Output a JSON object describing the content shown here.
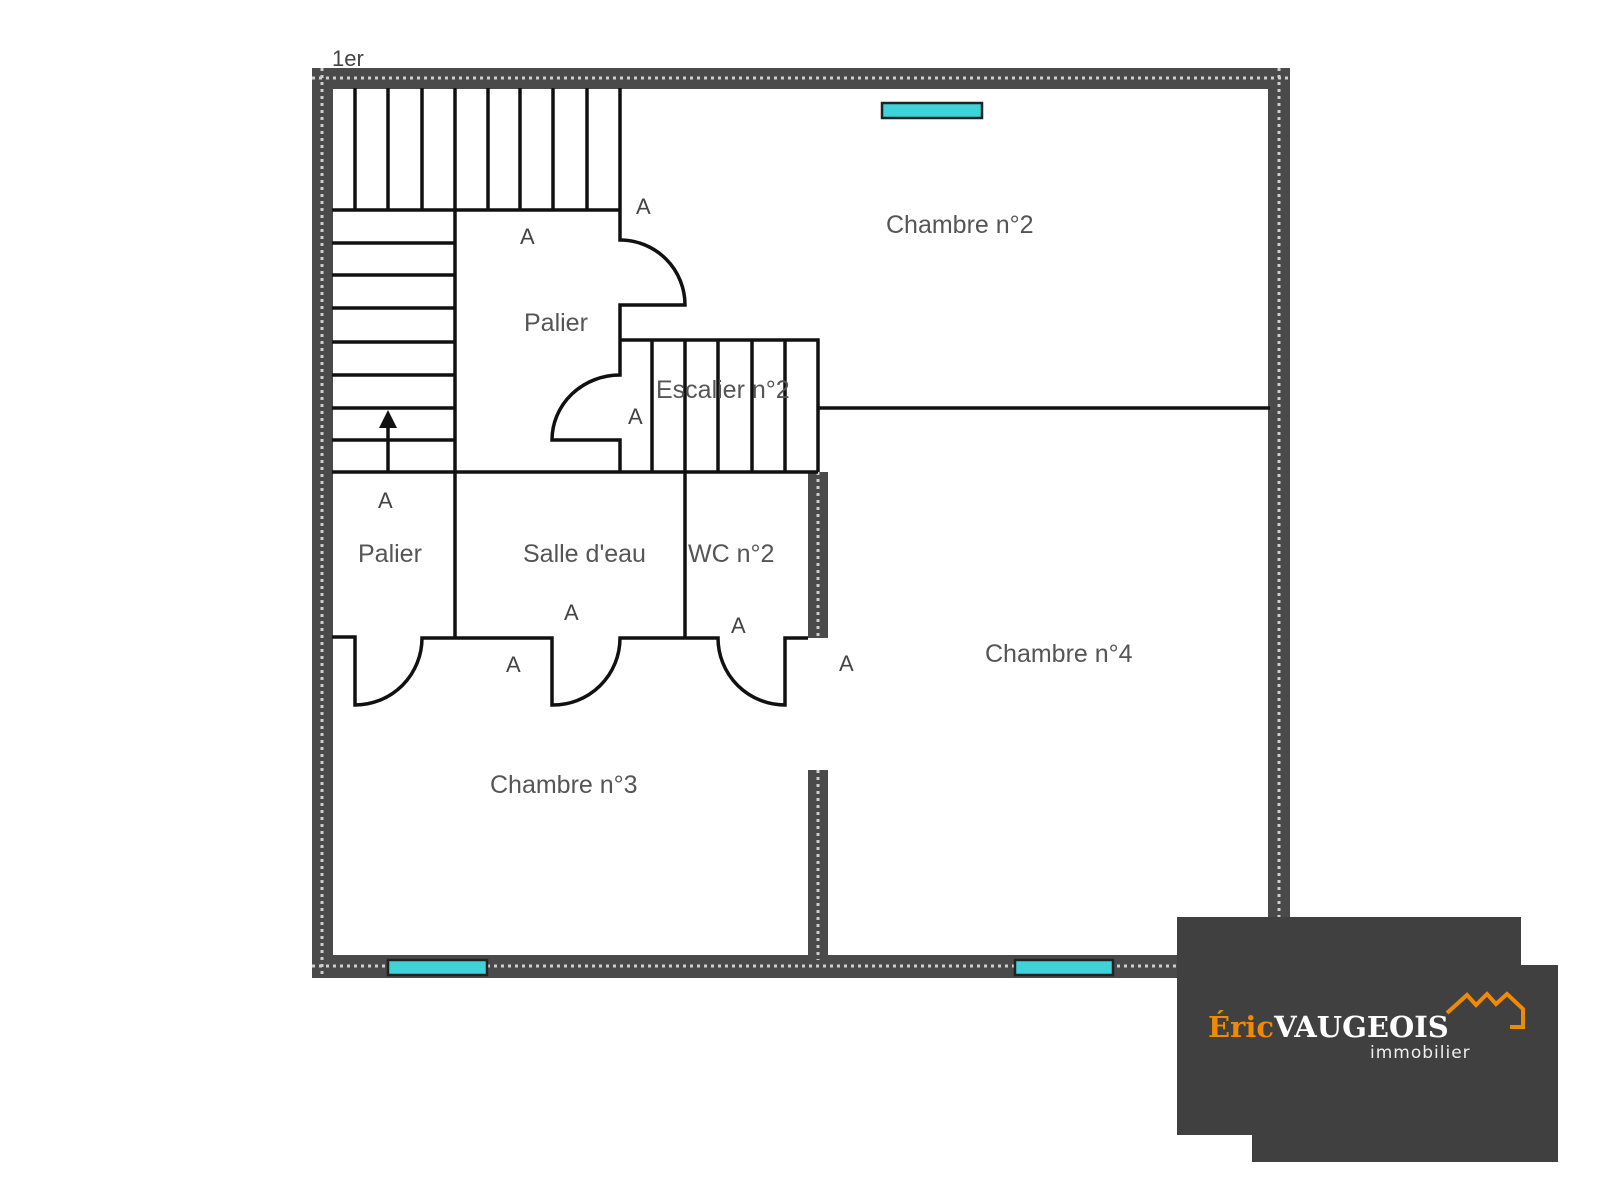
{
  "floor_label": "1er",
  "rooms": {
    "chambre2": "Chambre n°2",
    "palier_top": "Palier",
    "escalier2": "Escalier n°2",
    "palier_bottom": "Palier",
    "salle_eau": "Salle d'eau",
    "wc2": "WC n°2",
    "chambre4": "Chambre n°4",
    "chambre3": "Chambre n°3"
  },
  "door_marker": "A",
  "colors": {
    "window": "#3fd3d9",
    "logo_bg": "#404040",
    "logo_accent": "#f08a00"
  },
  "logo": {
    "first": "Éric",
    "last": "VAUGEOIS",
    "sub": "immobilier"
  }
}
